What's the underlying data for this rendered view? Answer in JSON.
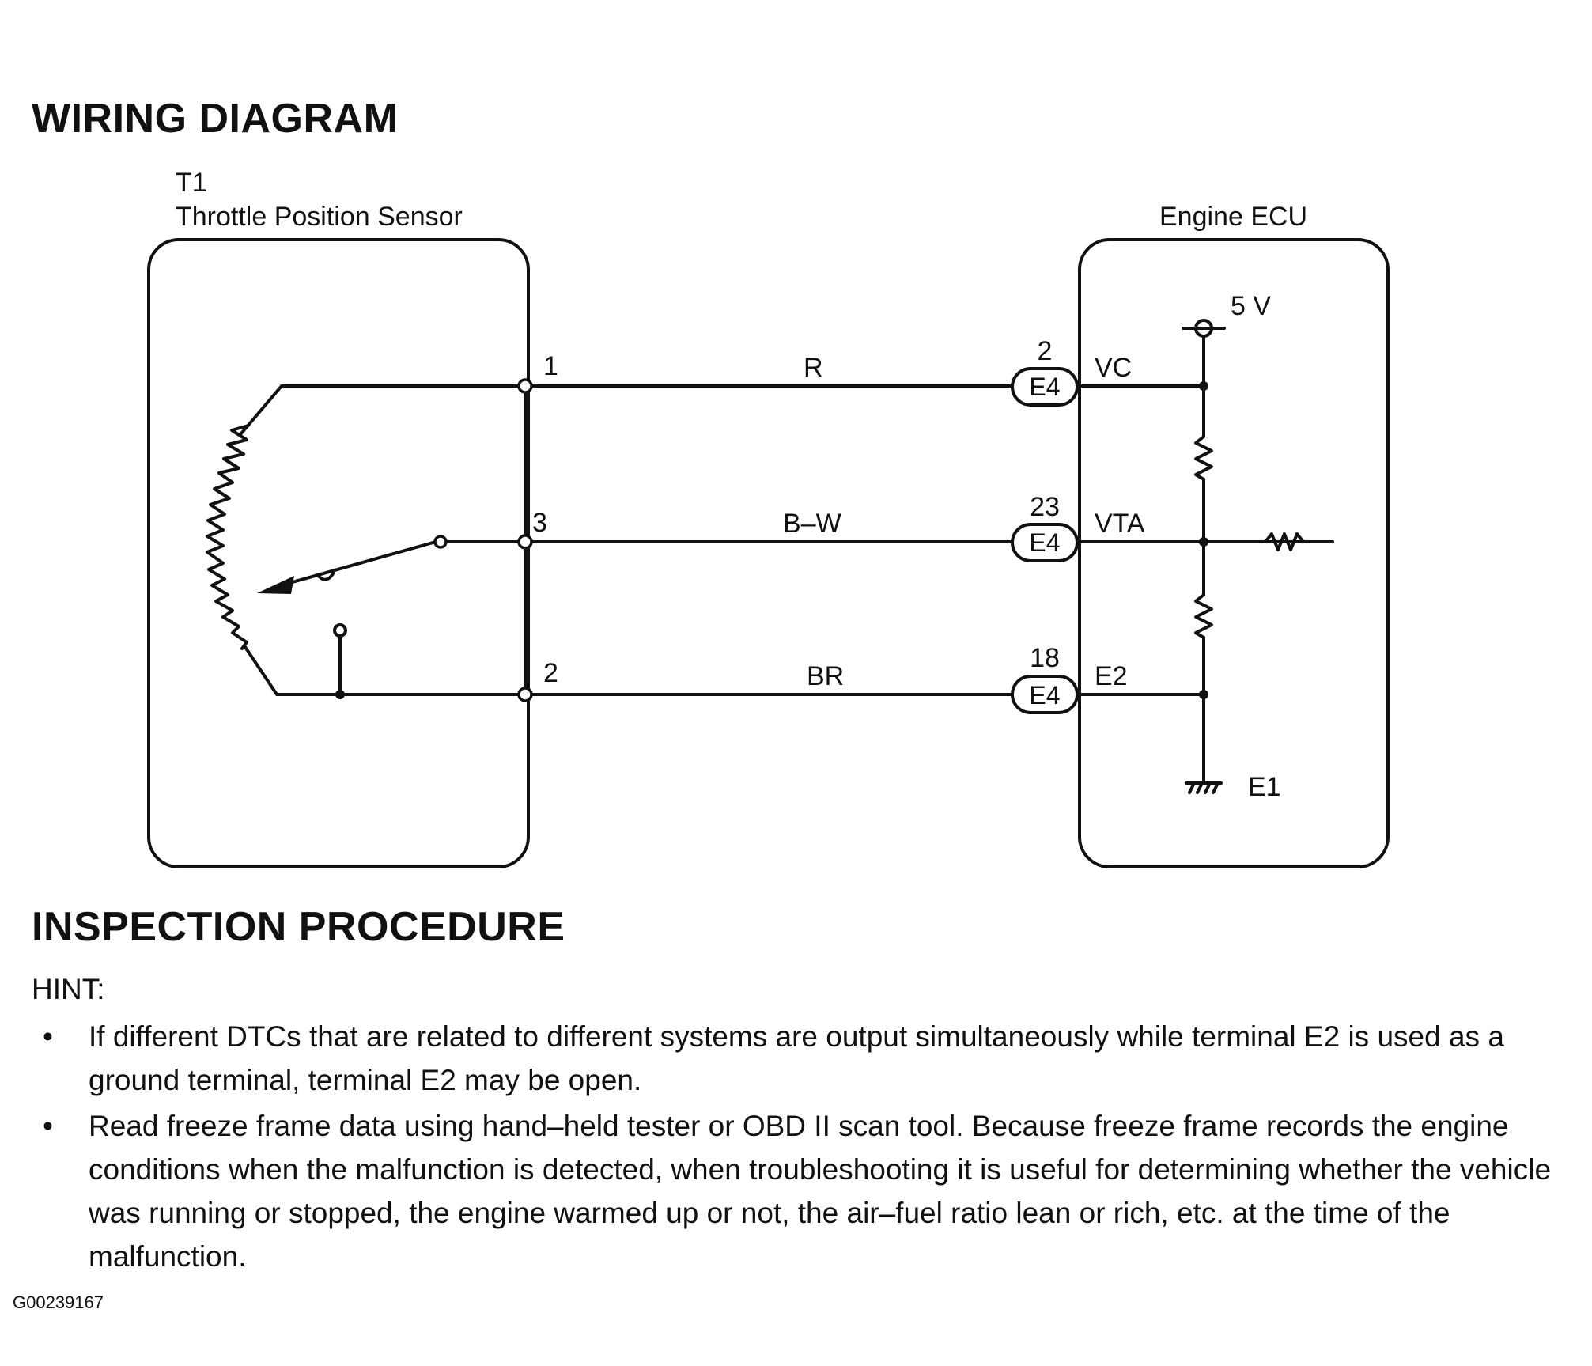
{
  "wiring_title": "WIRING DIAGRAM",
  "sensor": {
    "id": "T1",
    "name": "Throttle Position Sensor"
  },
  "ecu": {
    "name": "Engine ECU",
    "supply": "5 V",
    "ground": "E1"
  },
  "wires": [
    {
      "sensor_pin": "1",
      "color": "R",
      "ecu_pin": "2",
      "connector": "E4",
      "signal": "VC"
    },
    {
      "sensor_pin": "3",
      "color": "B–W",
      "ecu_pin": "23",
      "connector": "E4",
      "signal": "VTA"
    },
    {
      "sensor_pin": "2",
      "color": "BR",
      "ecu_pin": "18",
      "connector": "E4",
      "signal": "E2"
    }
  ],
  "inspection_title": "INSPECTION PROCEDURE",
  "hint_label": "HINT:",
  "hints": [
    "If different DTCs that are related to different systems are output simultaneously while terminal E2 is used as a ground terminal, terminal E2 may be open.",
    "Read freeze frame data using hand–held tester or OBD II scan tool. Because freeze frame records the engine conditions when the malfunction is detected, when troubleshooting it is useful for determining whether the vehicle was running or stopped, the engine warmed up or not, the air–fuel ratio lean or rich, etc. at the time of the malfunction."
  ],
  "bullet_glyph": "•",
  "figure_id": "G00239167"
}
